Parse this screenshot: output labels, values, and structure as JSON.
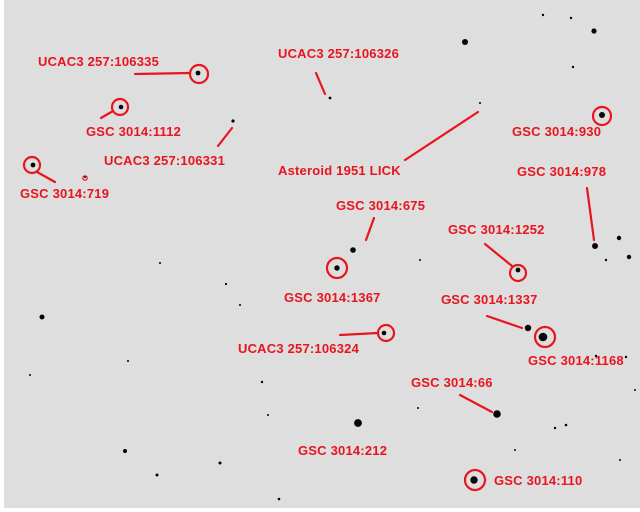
{
  "colors": {
    "sky": "#dedede",
    "star": "#050505",
    "annotation": "#e8141e"
  },
  "labels": {
    "ucac_106335": "UCAC3 257:106335",
    "ucac_106326": "UCAC3 257:106326",
    "gsc_1112": "GSC 3014:1112",
    "ucac_106331": "UCAC3 257:106331",
    "gsc_930": "GSC 3014:930",
    "gsc_719": "GSC 3014:719",
    "asteroid": "Asteroid 1951 LICK",
    "gsc_978": "GSC 3014:978",
    "gsc_675": "GSC 3014:675",
    "gsc_1252": "GSC 3014:1252",
    "gsc_1367": "GSC 3014:1367",
    "gsc_1337": "GSC 3014:1337",
    "ucac_106324": "UCAC3 257:106324",
    "gsc_1168": "GSC 3014:1168",
    "gsc_66": "GSC 3014:66",
    "gsc_212": "GSC 3014:212",
    "gsc_110": "GSC 3014:110"
  }
}
